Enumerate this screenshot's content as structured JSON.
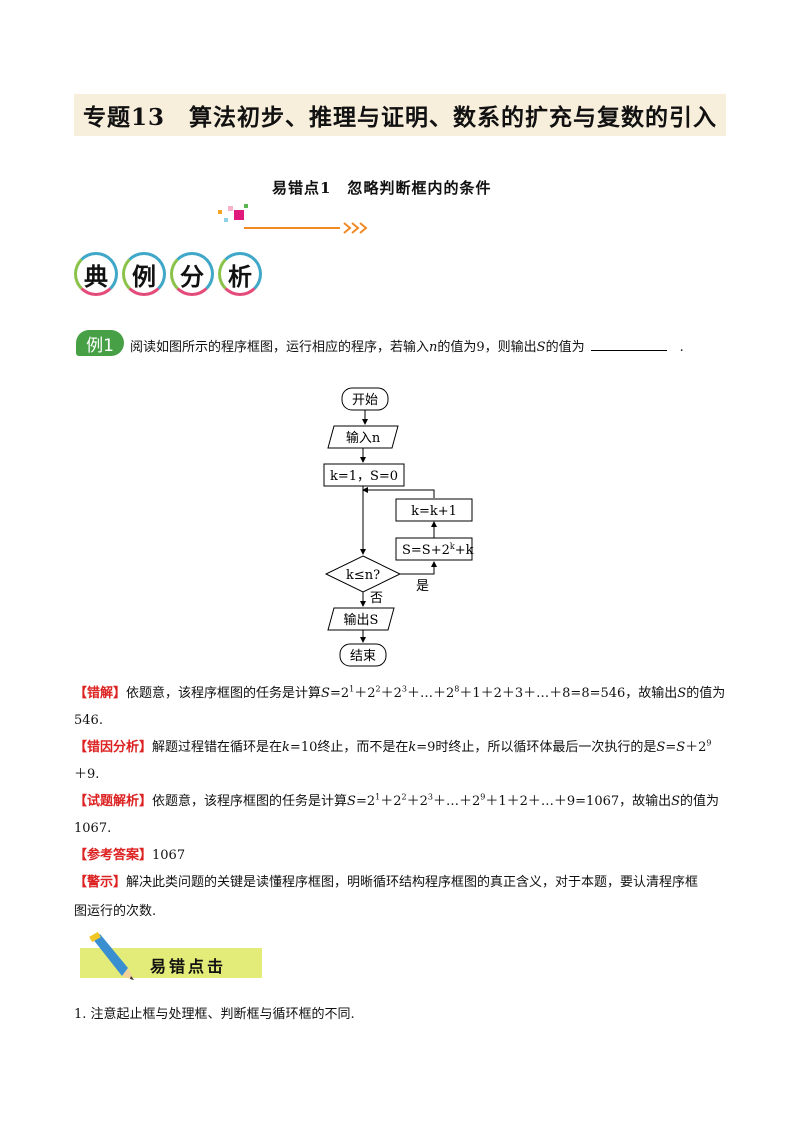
{
  "header": {
    "title": "专题13　算法初步、推理与证明、数系的扩充与复数的引入"
  },
  "section": {
    "subtitle": "易错点1　忽略判断框内的条件"
  },
  "typical": {
    "chars": [
      "典",
      "例",
      "分",
      "析"
    ]
  },
  "example": {
    "badge": "例1",
    "q_pre": "阅读如图所示的程序框图，运行相应的程序，若输入",
    "q_n": "n",
    "q_mid": "的值为9，则输出",
    "q_s": "S",
    "q_post": "的值为",
    "q_end": "."
  },
  "flowchart": {
    "start": "开始",
    "input": "输入n",
    "init": "k=1，S=0",
    "update_k": "k=k+1",
    "update_s": "S=S+2",
    "update_s_sup": "k",
    "update_s_tail": "+k",
    "cond": "k≤n?",
    "yes": "是",
    "no": "否",
    "output": "输出S",
    "end": "结束"
  },
  "wrong": {
    "label": "【错解】",
    "text_a": "依题意，该程序框图的任务是计算",
    "text_b": "=8=546，故输出",
    "text_c": "的值为",
    "text_d": "546."
  },
  "wrong_analysis": {
    "label": "【错因分析】",
    "text_a": "解题过程错在循环是在",
    "text_b": "=10终止，而不是在",
    "text_c": "=9时终止，所以循环体最后一次执行的是",
    "text_d": "＋9."
  },
  "solution": {
    "label": "【试题解析】",
    "text_a": "依题意，该程序框图的任务是计算",
    "text_b": "=1067，故输出",
    "text_c": "的值为",
    "text_d": "1067."
  },
  "answer": {
    "label": "【参考答案】",
    "value": "1067"
  },
  "warning": {
    "label": "【警示】",
    "line1": "解决此类问题的关键是读懂程序框图，明晰循环结构程序框图的真正含义，对于本题，要认清程序框",
    "line2": "图运行的次数."
  },
  "mistake_banner": {
    "text": "易错点击"
  },
  "note": {
    "text": "1. 注意起止框与处理框、判断框与循环框的不同."
  },
  "colors": {
    "title_bg": "#f8eedc",
    "label_red": "#dd2222",
    "accent_orange": "#f08a24",
    "badge_green": "#47a046",
    "banner_yellow": "#e3ec78"
  }
}
